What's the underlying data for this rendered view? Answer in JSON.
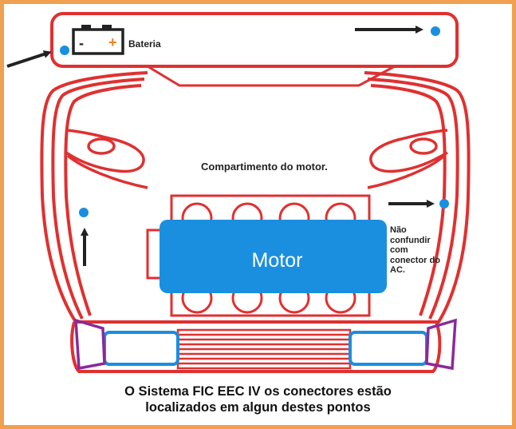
{
  "labels": {
    "battery": "Bateria",
    "engine_bay": "Compartimento do motor.",
    "motor": "Motor",
    "ac_note": "Não confundir com conector do AC."
  },
  "caption": {
    "line1": "O Sistema FIC EEC IV  os conectores estão",
    "line2": "localizados em algun destes pontos"
  },
  "battery_symbols": {
    "minus": "-",
    "plus": "+"
  },
  "colors": {
    "border": "#f0a050",
    "outline": "#e03030",
    "motor_fill": "#1a8fe0",
    "connector_dot": "#1a8fe0",
    "arrow": "#222222",
    "headlight_fill": "#1a8fe0",
    "fog_light": "#8a2a9a"
  },
  "connector_points": 4
}
